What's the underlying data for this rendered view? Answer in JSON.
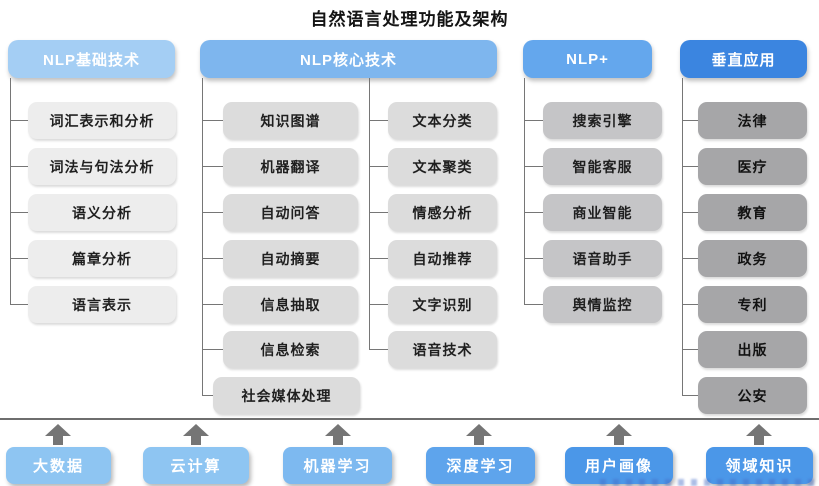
{
  "title": "自然语言处理功能及架构",
  "columns": [
    {
      "header": "NLP基础技术",
      "color": "#a4cef4",
      "items": [
        "词汇表示和分析",
        "词法与句法分析",
        "语义分析",
        "篇章分析",
        "语言表示"
      ]
    },
    {
      "header": "NLP核心技术",
      "color": "#7eb6ee",
      "items_left": [
        "知识图谱",
        "机器翻译",
        "自动问答",
        "自动摘要",
        "信息抽取",
        "信息检索",
        "社会媒体处理"
      ],
      "items_right": [
        "文本分类",
        "文本聚类",
        "情感分析",
        "自动推荐",
        "文字识别",
        "语音技术"
      ]
    },
    {
      "header": "NLP+",
      "color": "#64a7ed",
      "items": [
        "搜索引擎",
        "智能客服",
        "商业智能",
        "语音助手",
        "舆情监控"
      ]
    },
    {
      "header": "垂直应用",
      "color": "#3b85e0",
      "items": [
        "法律",
        "医疗",
        "教育",
        "政务",
        "专利",
        "出版",
        "公安"
      ]
    }
  ],
  "foundation": {
    "items": [
      {
        "label": "大数据",
        "color": "#8ec5f2"
      },
      {
        "label": "云计算",
        "color": "#8ec5f2"
      },
      {
        "label": "机器学习",
        "color": "#7db9f0"
      },
      {
        "label": "深度学习",
        "color": "#5ea4ec"
      },
      {
        "label": "用户画像",
        "color": "#4b97e8"
      },
      {
        "label": "领域知识",
        "color": "#4b97e8"
      }
    ]
  },
  "icons": {
    "up_arrow": "▲"
  },
  "colors": {
    "connector": "#767676",
    "separator": "#6e6e6e",
    "arrow": "#757575",
    "item_col1": "#ededed",
    "item_col2": "#dcdcdc",
    "item_col3": "#c5c5c7",
    "item_col4": "#a6a6a8"
  }
}
